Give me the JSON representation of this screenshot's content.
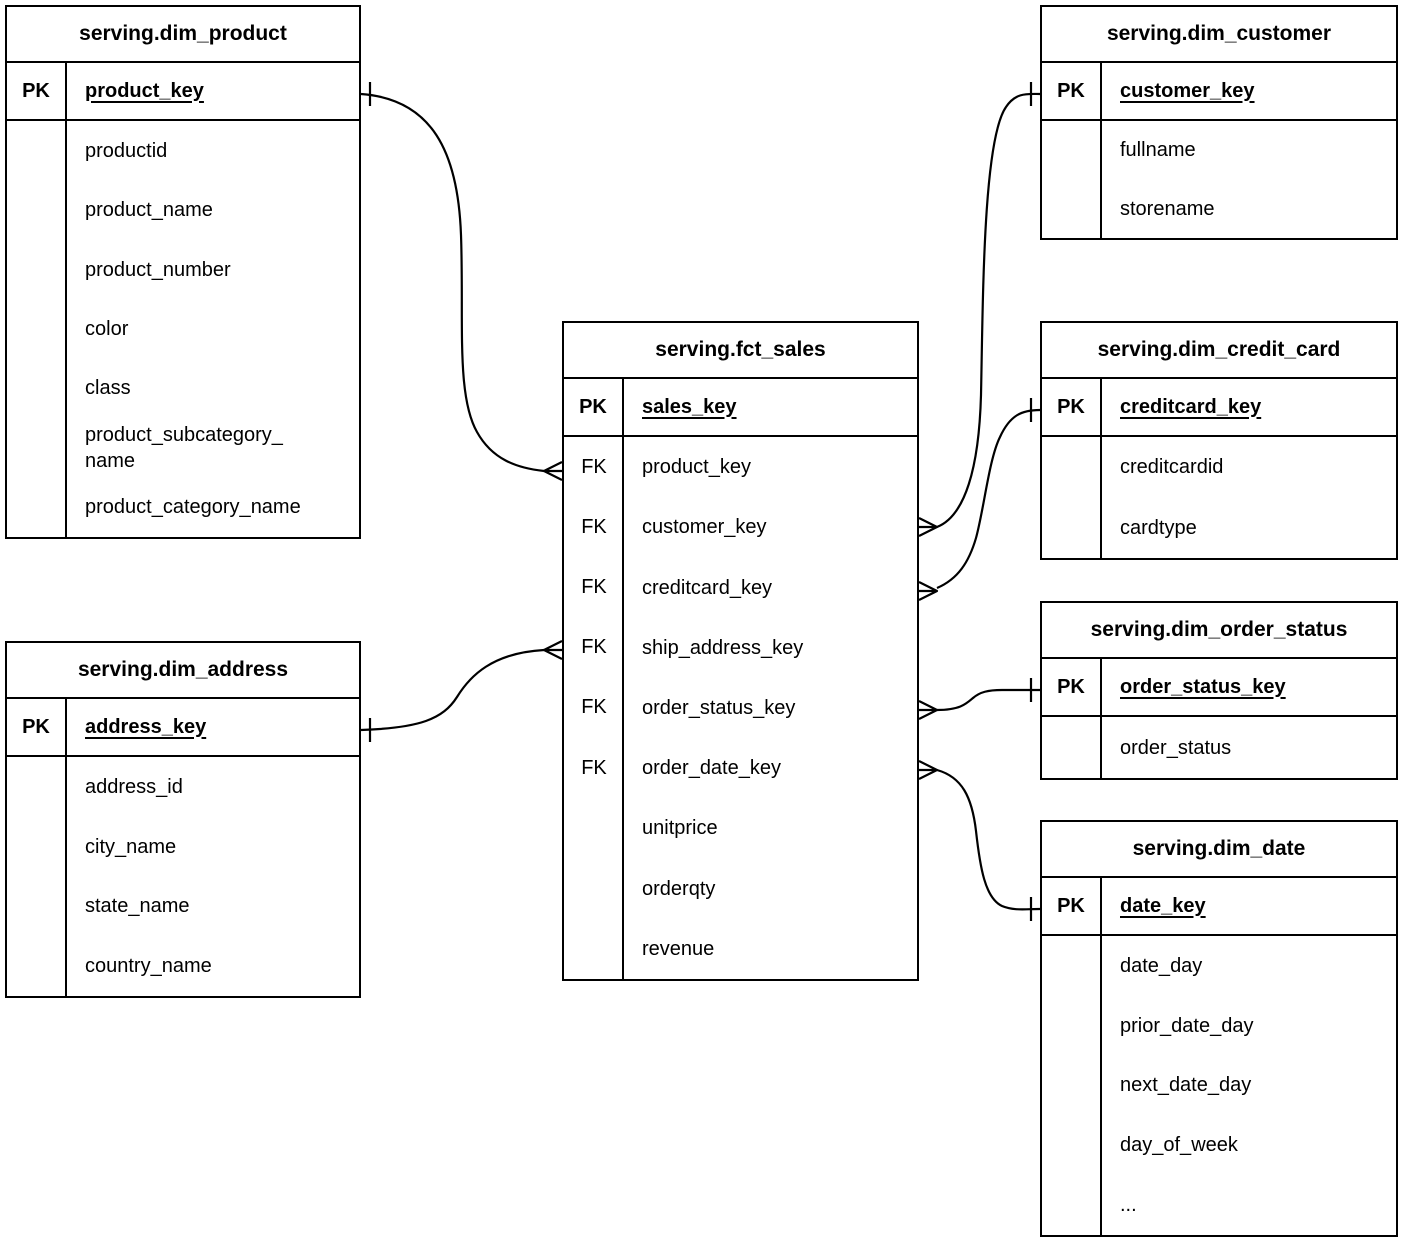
{
  "tables": [
    {
      "id": "dim_product",
      "title": "serving.dim_product",
      "pk": {
        "key": "PK",
        "name": "product_key"
      },
      "fields": [
        {
          "key": "",
          "name": "productid"
        },
        {
          "key": "",
          "name": "product_name"
        },
        {
          "key": "",
          "name": "product_number"
        },
        {
          "key": "",
          "name": "color"
        },
        {
          "key": "",
          "name": "class"
        },
        {
          "key": "",
          "name": "product_subcategory_name"
        },
        {
          "key": "",
          "name": "product_category_name"
        }
      ]
    },
    {
      "id": "dim_customer",
      "title": "serving.dim_customer",
      "pk": {
        "key": "PK",
        "name": "customer_key"
      },
      "fields": [
        {
          "key": "",
          "name": "fullname"
        },
        {
          "key": "",
          "name": "storename"
        }
      ]
    },
    {
      "id": "fct_sales",
      "title": "serving.fct_sales",
      "pk": {
        "key": "PK",
        "name": "sales_key"
      },
      "fields": [
        {
          "key": "FK",
          "name": "product_key"
        },
        {
          "key": "FK",
          "name": "customer_key"
        },
        {
          "key": "FK",
          "name": "creditcard_key"
        },
        {
          "key": "FK",
          "name": "ship_address_key"
        },
        {
          "key": "FK",
          "name": "order_status_key"
        },
        {
          "key": "FK",
          "name": "order_date_key"
        },
        {
          "key": "",
          "name": "unitprice"
        },
        {
          "key": "",
          "name": "orderqty"
        },
        {
          "key": "",
          "name": "revenue"
        }
      ]
    },
    {
      "id": "dim_credit_card",
      "title": "serving.dim_credit_card",
      "pk": {
        "key": "PK",
        "name": "creditcard_key"
      },
      "fields": [
        {
          "key": "",
          "name": "creditcardid"
        },
        {
          "key": "",
          "name": "cardtype"
        }
      ]
    },
    {
      "id": "dim_order_status",
      "title": "serving.dim_order_status",
      "pk": {
        "key": "PK",
        "name": "order_status_key"
      },
      "fields": [
        {
          "key": "",
          "name": "order_status"
        }
      ]
    },
    {
      "id": "dim_date",
      "title": "serving.dim_date",
      "pk": {
        "key": "PK",
        "name": "date_key"
      },
      "fields": [
        {
          "key": "",
          "name": "date_day"
        },
        {
          "key": "",
          "name": "prior_date_day"
        },
        {
          "key": "",
          "name": "next_date_day"
        },
        {
          "key": "",
          "name": "day_of_week"
        },
        {
          "key": "",
          "name": "..."
        }
      ]
    },
    {
      "id": "dim_address",
      "title": "serving.dim_address",
      "pk": {
        "key": "PK",
        "name": "address_key"
      },
      "fields": [
        {
          "key": "",
          "name": "address_id"
        },
        {
          "key": "",
          "name": "city_name"
        },
        {
          "key": "",
          "name": "state_name"
        },
        {
          "key": "",
          "name": "country_name"
        }
      ]
    }
  ],
  "relationships": [
    {
      "many_end": "serving.fct_sales.product_key",
      "one_end": "serving.dim_product.product_key"
    },
    {
      "many_end": "serving.fct_sales.customer_key",
      "one_end": "serving.dim_customer.customer_key"
    },
    {
      "many_end": "serving.fct_sales.creditcard_key",
      "one_end": "serving.dim_credit_card.creditcard_key"
    },
    {
      "many_end": "serving.fct_sales.ship_address_key",
      "one_end": "serving.dim_address.address_key"
    },
    {
      "many_end": "serving.fct_sales.order_status_key",
      "one_end": "serving.dim_order_status.order_status_key"
    },
    {
      "many_end": "serving.fct_sales.order_date_key",
      "one_end": "serving.dim_date.date_key"
    }
  ],
  "colors": {
    "line": "#000000",
    "background": "#ffffff",
    "text": "#000000"
  }
}
